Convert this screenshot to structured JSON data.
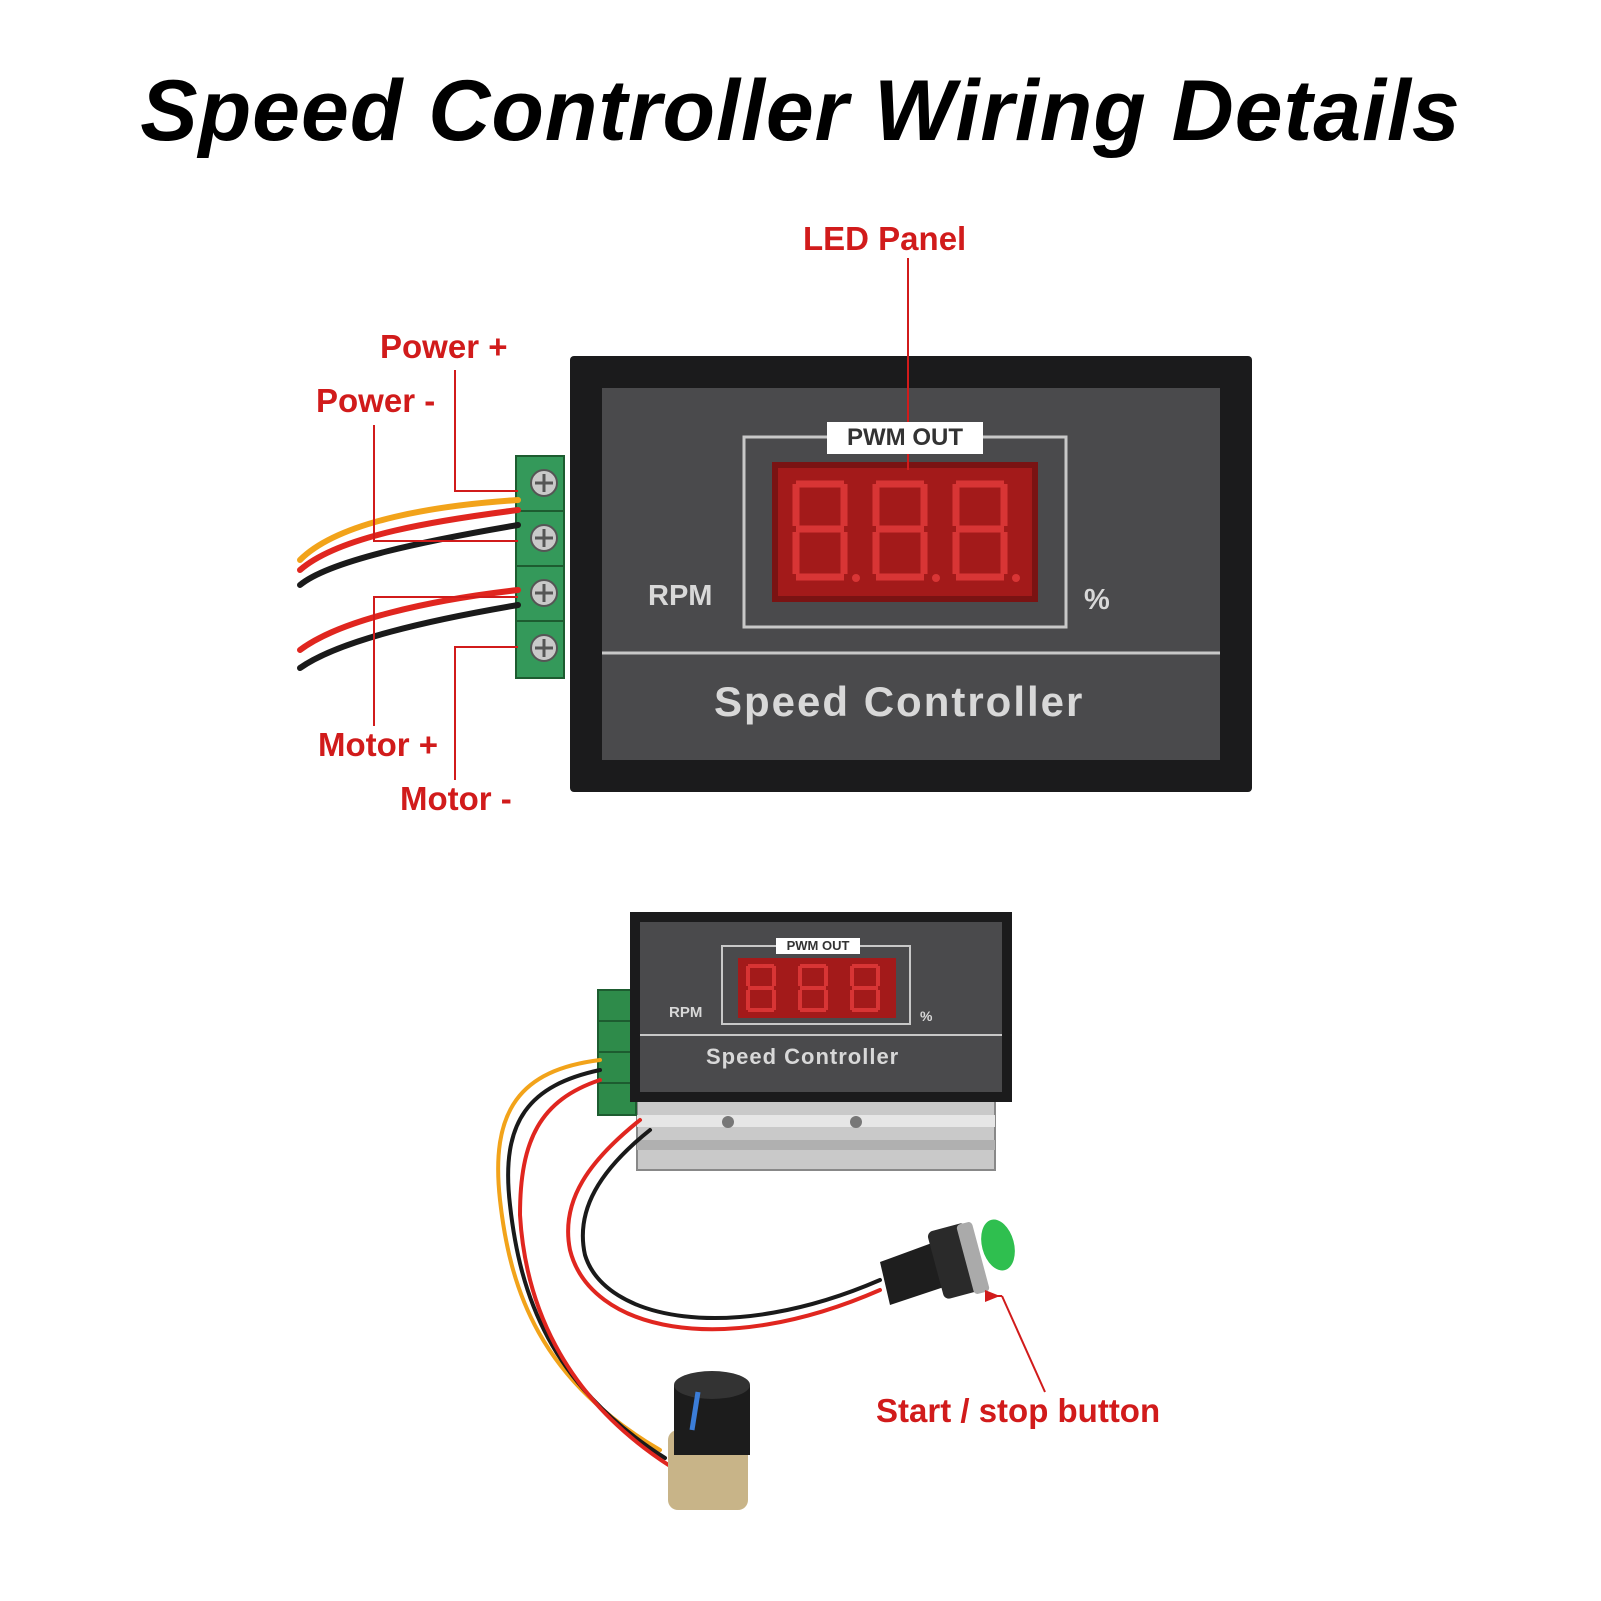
{
  "title": "Speed Controller Wiring Details",
  "colors": {
    "callout": "#d11b1b",
    "panel": "#4a4a4c",
    "bezel": "#1b1b1c",
    "led": "#e02020",
    "terminal": "#2e8b4a",
    "button": "#2fbf4f"
  },
  "callouts": {
    "led_panel": "LED Panel",
    "power_plus": "Power +",
    "power_minus": "Power -",
    "motor_plus": "Motor +",
    "motor_minus": "Motor -",
    "start_stop": "Start / stop button"
  },
  "device": {
    "pwm_label": "PWM OUT",
    "rpm_label": "RPM",
    "percent_label": "%",
    "name": "Speed Controller"
  }
}
